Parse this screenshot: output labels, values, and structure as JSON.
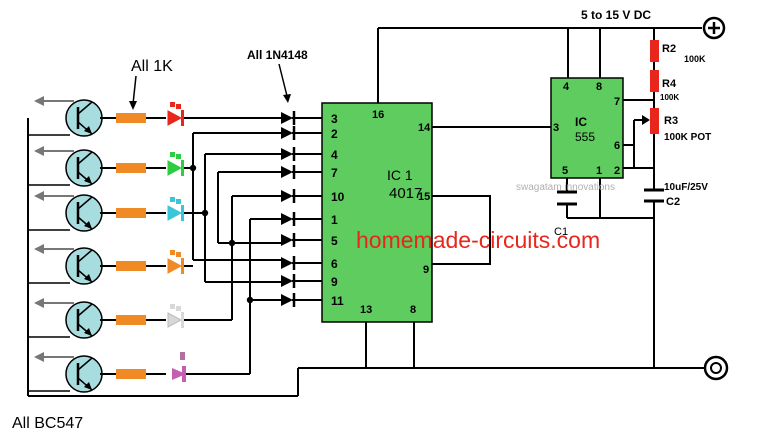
{
  "supply_label": "5 to 15 V DC",
  "watermark": "homemade-circuits.com",
  "watermark_small": "swagatam innovations",
  "labels": {
    "all_1k": "All 1K",
    "all_diode": "All 1N4148",
    "all_transistor": "All BC547"
  },
  "ic1": {
    "name": "IC 1",
    "part": "4017",
    "pins_left": [
      "3",
      "2",
      "4",
      "7",
      "10",
      "1",
      "5",
      "6",
      "9",
      "11"
    ],
    "pin_top": "16",
    "pin_right_14": "14",
    "pin_right_15": "15",
    "pin_right_9": "9",
    "pin_bottom_13": "13",
    "pin_bottom_8": "8"
  },
  "ic555": {
    "name": "IC",
    "part": "555",
    "pin_4": "4",
    "pin_8": "8",
    "pin_7": "7",
    "pin_3": "3",
    "pin_6": "6",
    "pin_2": "2",
    "pin_5": "5",
    "pin_1": "1"
  },
  "components": {
    "r2": "R2",
    "r2_val": "100K",
    "r4": "R4",
    "r4_val": "100K",
    "r3": "R3",
    "r3_val": "100K POT",
    "c2": "C2",
    "c2_val": "10uF/25V",
    "c1": "C1"
  },
  "colors": {
    "ic_fill": "#5ecc5e",
    "resistor": "#f08a24",
    "pot_red": "#e8261c",
    "led_red": "#e8261c",
    "led_green": "#2ecc40",
    "led_cyan": "#39c6d8",
    "led_orange": "#f08a24",
    "led_white": "#d8d8d8",
    "led_pink": "#c45fb0",
    "transistor_fill": "#a8dde0",
    "watermark": "#e8261c"
  }
}
